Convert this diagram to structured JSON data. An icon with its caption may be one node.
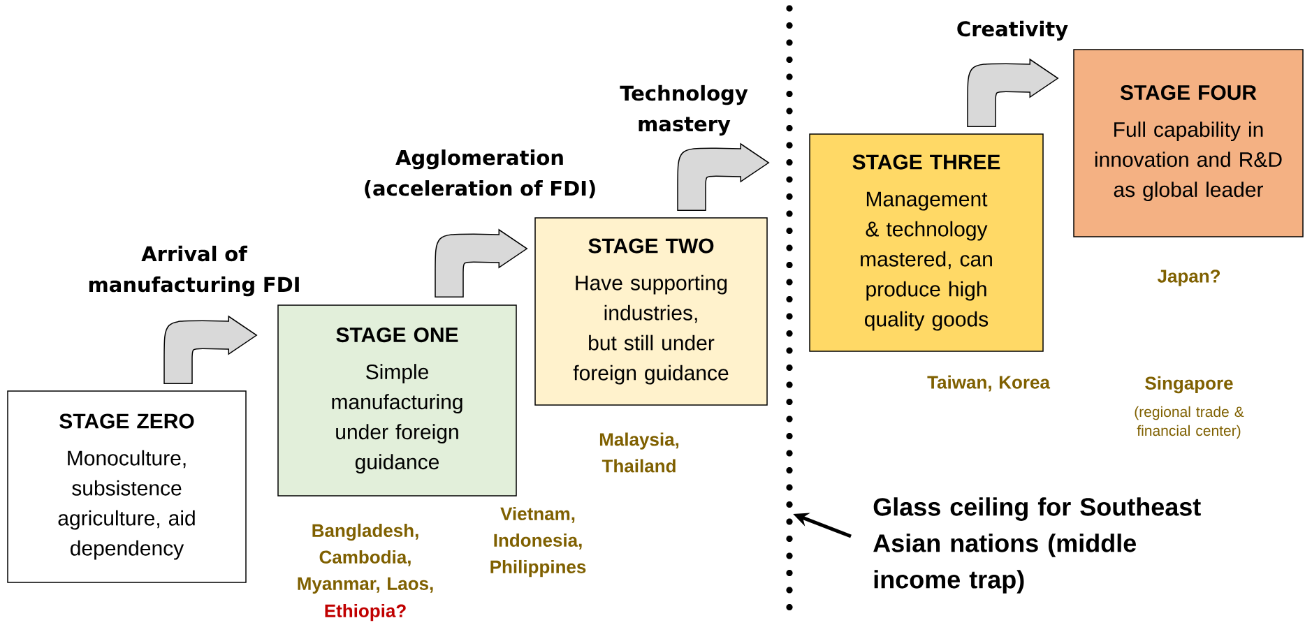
{
  "diagram": {
    "nodes": [
      {
        "text": [
          "STAGE ZERO",
          "Monoculture, subsistence agriculture, aid dependency"
        ]
      },
      {
        "text": [
          "STAGE ONE",
          "Simple manufacturing under foreign guidance"
        ],
        "beside": [
          "Bangladesh, Cambodia, Myanmar, Laos,",
          "Ethiopia?"
        ]
      },
      {
        "text": [
          "STAGE TWO",
          "Have supporting industries, but still under foreign guidance"
        ],
        "beside": [
          "Malaysia, Thailand"
        ]
      },
      {
        "text": [
          "STAGE THREE",
          "Management & technology mastered, can produce high quality goods"
        ],
        "beside": [
          "Taiwan, Korea"
        ]
      },
      {
        "text": [
          "STAGE FOUR",
          "Full capability in innovation and R&D as global leader"
        ],
        "beside": [
          "Japan?",
          "Singapore",
          "(regional trade & financial center)"
        ]
      },
      {
        "text": [],
        "shape": "line"
      },
      {
        "text": [
          "Glass ceiling for Southeast Asian nations (middle income trap)"
        ]
      }
    ],
    "edges": [
      {
        "from": 0,
        "to": 1,
        "arrow": "to",
        "label": "Arrival of manufacturing FDI"
      },
      {
        "from": 1,
        "to": 2,
        "arrow": "to",
        "label": "Agglomeration (acceleration of FDI)"
      },
      {
        "from": 2,
        "to": 3,
        "arrow": "to",
        "label": "Technology mastery"
      },
      {
        "from": 3,
        "to": 4,
        "arrow": "to",
        "label": "Creativity"
      },
      {
        "from": 6,
        "to": 5,
        "arrow": "to"
      }
    ],
    "labels": [
      "Vietnam, Indonesia, Philippines"
    ]
  }
}
